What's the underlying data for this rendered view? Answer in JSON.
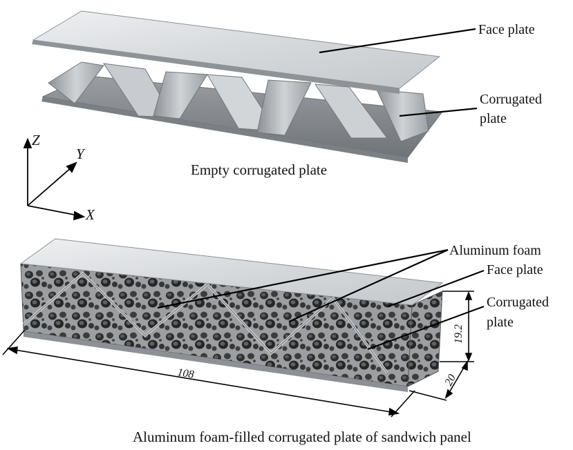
{
  "top_panel": {
    "face_plate_label": "Face plate",
    "corrugated_label_line1": "Corrugated",
    "corrugated_label_line2": "plate",
    "caption": "Empty corrugated plate"
  },
  "axes": {
    "z": "Z",
    "y": "Y",
    "x": "X"
  },
  "bottom_panel": {
    "aluminum_foam_label": "Aluminum foam",
    "face_plate_label": "Face plate",
    "corrugated_label_line1": "Corrugated",
    "corrugated_label_line2": "plate",
    "dim_length": "108",
    "dim_height": "19.2",
    "dim_width": "20",
    "caption": "Aluminum foam-filled corrugated plate of sandwich panel"
  },
  "colors": {
    "metal_light": "#d9dcdf",
    "metal_mid": "#b4b8bc",
    "metal_dark": "#7d8287",
    "foam_dark": "#3a3a3a",
    "line": "#000000"
  }
}
